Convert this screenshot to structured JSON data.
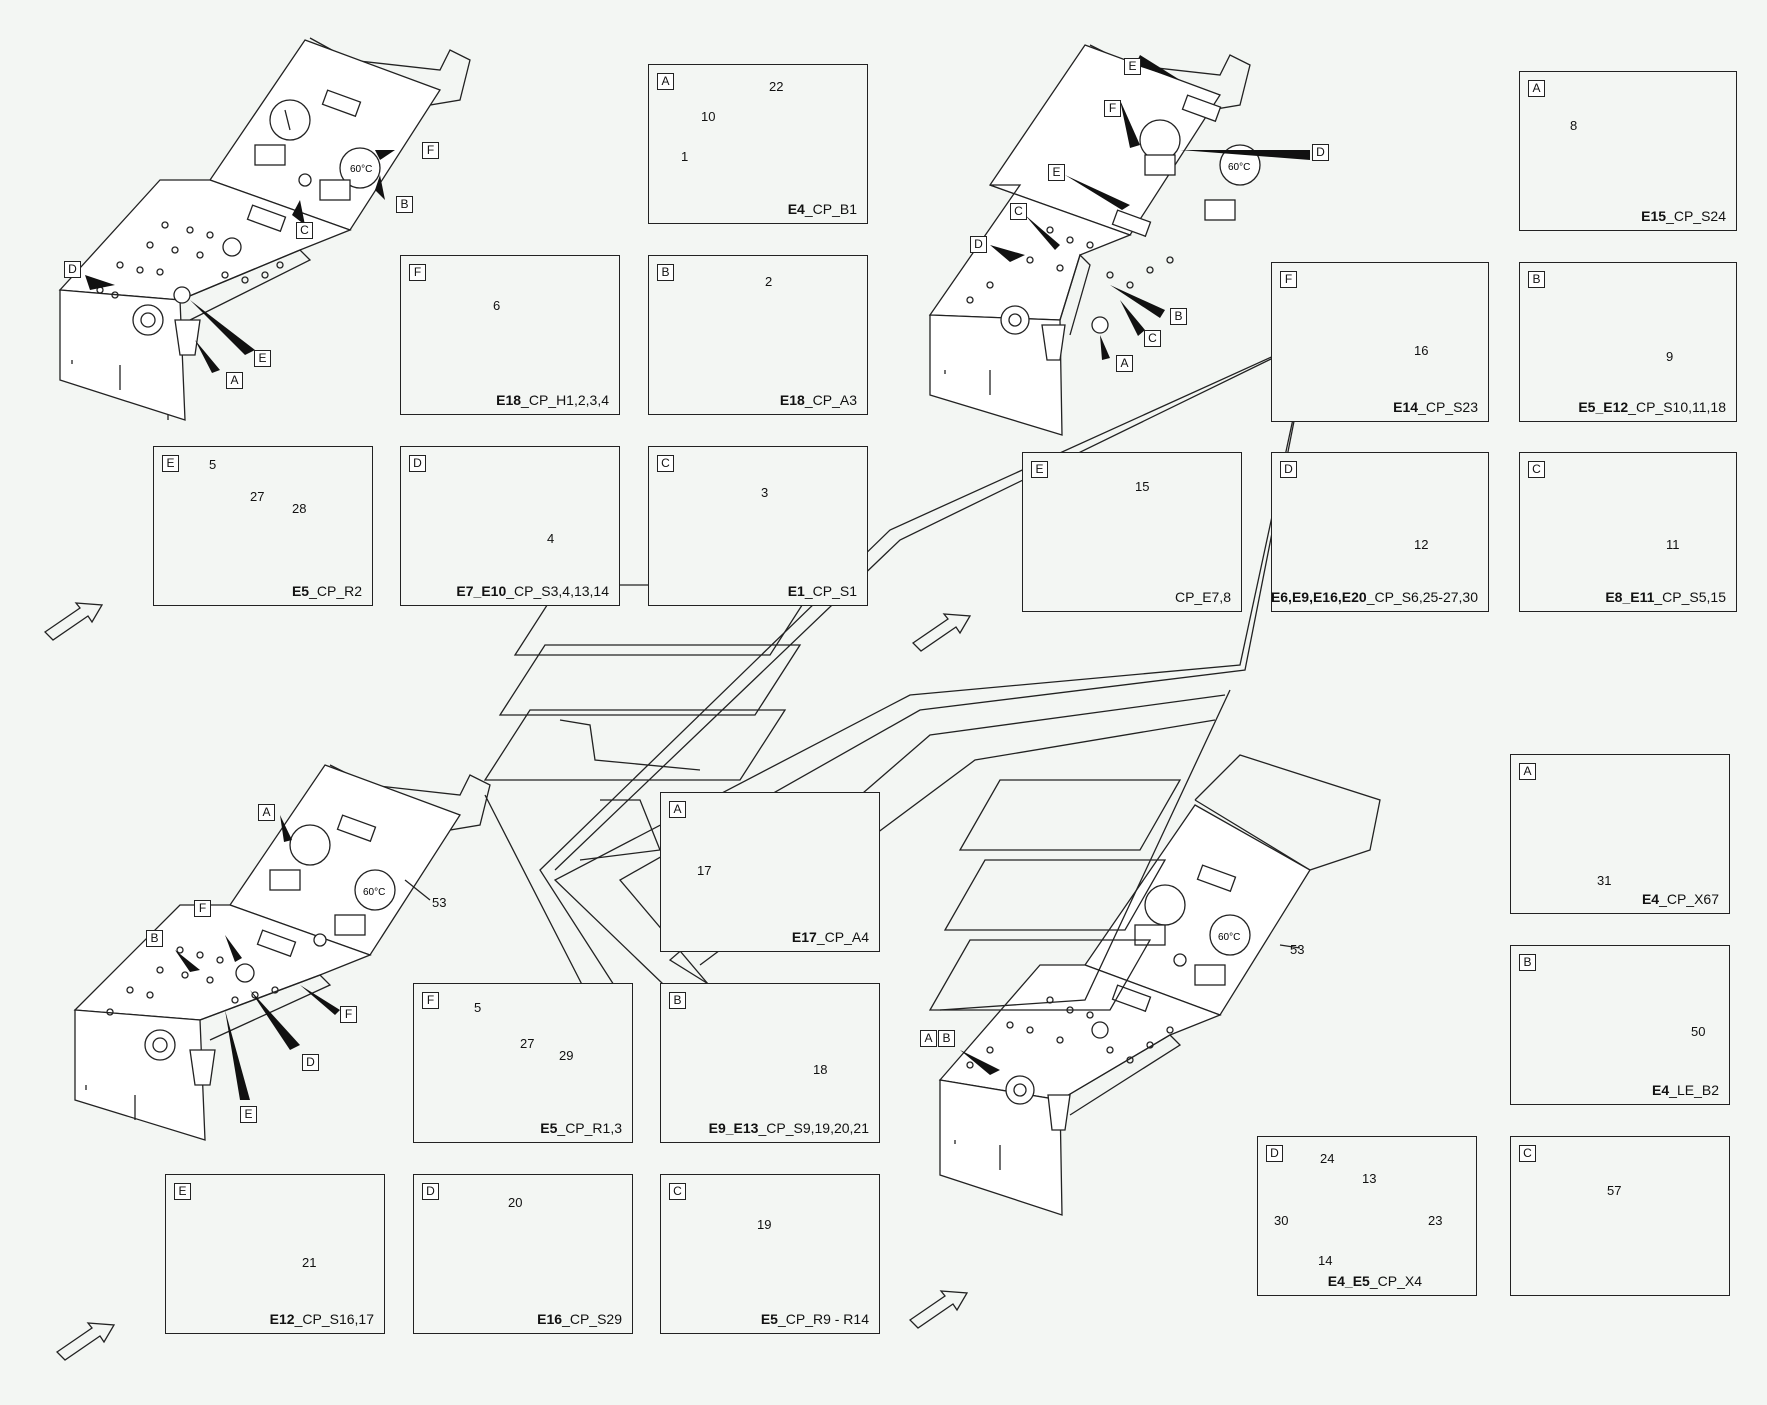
{
  "boxes": [
    {
      "id": "b1",
      "letter": "A",
      "bold": "E4",
      "rest": "_CP_B1",
      "callouts": [
        "22",
        "10",
        "1"
      ]
    },
    {
      "id": "b2",
      "letter": "F",
      "bold": "E18",
      "rest": "_CP_H1,2,3,4",
      "callouts": [
        "6"
      ]
    },
    {
      "id": "b3",
      "letter": "B",
      "bold": "E18",
      "rest": "_CP_A3",
      "callouts": [
        "2"
      ]
    },
    {
      "id": "b4",
      "letter": "E",
      "bold": "E5",
      "rest": "_CP_R2",
      "callouts": [
        "5",
        "27",
        "28"
      ]
    },
    {
      "id": "b5",
      "letter": "D",
      "bold": "E7_E10",
      "rest": "_CP_S3,4,13,14",
      "callouts": [
        "4"
      ]
    },
    {
      "id": "b6",
      "letter": "C",
      "bold": "E1",
      "rest": "_CP_S1",
      "callouts": [
        "3"
      ]
    },
    {
      "id": "b7",
      "letter": "A",
      "bold": "E15",
      "rest": "_CP_S24",
      "callouts": [
        "8"
      ]
    },
    {
      "id": "b8",
      "letter": "F",
      "bold": "E14",
      "rest": "_CP_S23",
      "callouts": [
        "16"
      ]
    },
    {
      "id": "b9",
      "letter": "B",
      "bold": "E5_E12",
      "rest": "_CP_S10,11,18",
      "callouts": [
        "9"
      ]
    },
    {
      "id": "b10",
      "letter": "E",
      "bold": "",
      "rest": "CP_E7,8",
      "callouts": [
        "15"
      ]
    },
    {
      "id": "b11",
      "letter": "D",
      "bold": "E6,E9,E16,E20",
      "rest": "_CP_S6,25-27,30",
      "callouts": [
        "12"
      ]
    },
    {
      "id": "b12",
      "letter": "C",
      "bold": "E8_E11",
      "rest": "_CP_S5,15",
      "callouts": [
        "11"
      ]
    },
    {
      "id": "b13",
      "letter": "A",
      "bold": "E17",
      "rest": "_CP_A4",
      "callouts": [
        "17"
      ]
    },
    {
      "id": "b14",
      "letter": "F",
      "bold": "E5",
      "rest": "_CP_R1,3",
      "callouts": [
        "5",
        "27",
        "29"
      ]
    },
    {
      "id": "b15",
      "letter": "B",
      "bold": "E9_E13",
      "rest": "_CP_S9,19,20,21",
      "callouts": [
        "18"
      ]
    },
    {
      "id": "b16",
      "letter": "E",
      "bold": "E12",
      "rest": "_CP_S16,17",
      "callouts": [
        "21"
      ]
    },
    {
      "id": "b17",
      "letter": "D",
      "bold": "E16",
      "rest": "_CP_S29",
      "callouts": [
        "20"
      ]
    },
    {
      "id": "b18",
      "letter": "C",
      "bold": "E5",
      "rest": "_CP_R9 - R14",
      "callouts": [
        "19"
      ]
    },
    {
      "id": "b19",
      "letter": "A",
      "bold": "E4",
      "rest": "_CP_X67",
      "callouts": [
        "31"
      ]
    },
    {
      "id": "b20",
      "letter": "B",
      "bold": "E4",
      "rest": "_LE_B2",
      "callouts": [
        "50"
      ]
    },
    {
      "id": "b21",
      "letter": "D",
      "bold": "E4_E5",
      "rest": "_CP_X4",
      "callouts": [
        "24",
        "13",
        "30",
        "23",
        "14"
      ]
    },
    {
      "id": "b22",
      "letter": "C",
      "bold": "",
      "rest": "",
      "callouts": [
        "57"
      ]
    }
  ],
  "panels": {
    "p1_tags": [
      "F",
      "B",
      "C",
      "D",
      "E",
      "A"
    ],
    "p2_tags": [
      "E",
      "F",
      "D",
      "E",
      "C",
      "D",
      "B",
      "C",
      "A"
    ],
    "p3_tags": [
      "A",
      "F",
      "B",
      "D",
      "F",
      "E"
    ],
    "p3_part": "53",
    "p4_tags": [
      "A",
      "B"
    ],
    "p4_part": "53"
  },
  "gauge_text": "60°C"
}
